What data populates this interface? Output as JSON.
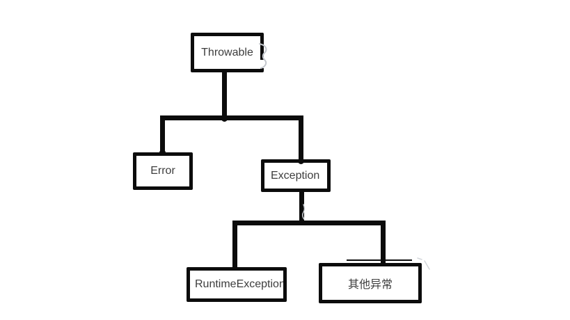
{
  "diagram": {
    "type": "tree",
    "description": "Java exception class hierarchy flowchart",
    "nodes": {
      "throwable": {
        "label": "Throwable"
      },
      "error": {
        "label": "Error"
      },
      "exception": {
        "label": "Exception"
      },
      "runtime_exception": {
        "label": "RuntimeException"
      },
      "other_exception": {
        "label": "其他异常"
      }
    },
    "edges": [
      {
        "from": "Throwable",
        "to": "Error"
      },
      {
        "from": "Throwable",
        "to": "Exception"
      },
      {
        "from": "Exception",
        "to": "RuntimeException"
      },
      {
        "from": "Exception",
        "to": "其他异常"
      }
    ],
    "colors": {
      "line": "#0c0c0c",
      "text": "#3d3d3d",
      "background": "#ffffff",
      "artifact_gray": "#c3c7cd"
    }
  }
}
